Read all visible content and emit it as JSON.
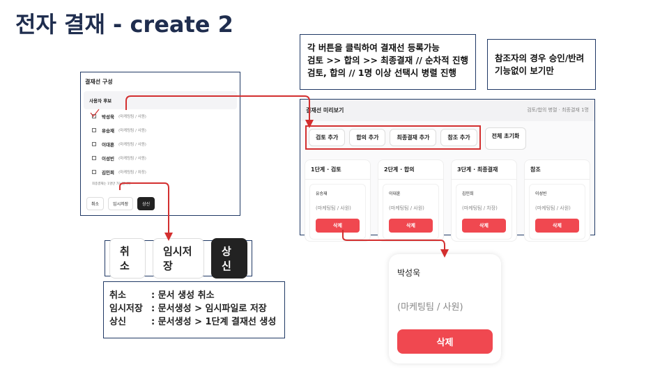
{
  "title": "전자 결재 - create 2",
  "notes": {
    "instructions": [
      "각 버튼을 클릭하여 결재선 등록가능",
      "검토 >> 합의 >> 최종결재 // 순차적 진행",
      "검토, 합의 // 1명 이상 선택시 병렬 진행"
    ],
    "reference": [
      "참조자의 경우 승인/반려",
      "기능없이 보기만"
    ]
  },
  "left_panel": {
    "heading": "결재선 구성",
    "candidates_label": "사용자 후보",
    "users": [
      {
        "name": "박성욱",
        "dept": "(마케팅팀 / 사원)",
        "checked": true
      },
      {
        "name": "유승재",
        "dept": "(마케팅팀 / 사원)",
        "checked": false
      },
      {
        "name": "이대훈",
        "dept": "(마케팅팀 / 사원)",
        "checked": false
      },
      {
        "name": "이성빈",
        "dept": "(마케팅팀 / 사원)",
        "checked": false
      },
      {
        "name": "김민희",
        "dept": "(마케팅팀 / 차장)",
        "checked": false
      }
    ],
    "hint": "최종결재는 1명만 가능합니다",
    "buttons": {
      "cancel": "취소",
      "save": "임시저장",
      "submit": "상신"
    }
  },
  "preview": {
    "heading": "결재선 미리보기",
    "summary": "검토/합의 병렬 · 최종결재 1명",
    "toolbar": [
      "검토 추가",
      "합의 추가",
      "최종결재 추가",
      "참조 추가"
    ],
    "reset": "전체 초기화",
    "columns": [
      {
        "title": "1단계 · 검토",
        "name": "유승재",
        "dept": "(마케팅팀 / 사원)"
      },
      {
        "title": "2단계 · 합의",
        "name": "이대훈",
        "dept": "(마케팅팀 / 사원)"
      },
      {
        "title": "3단계 · 최종결재",
        "name": "김민희",
        "dept": "(마케팅팀 / 차장)"
      },
      {
        "title": "참조",
        "name": "이성빈",
        "dept": "(마케팅팀 / 사원)"
      }
    ],
    "delete": "삭제"
  },
  "zoom_buttons": {
    "cancel": "취소",
    "save": "임시저장",
    "submit": "상신"
  },
  "legend": [
    {
      "key": "취소",
      "desc": ": 문서 생성 취소"
    },
    {
      "key": "임시저장",
      "desc": ": 문서생성 > 임시파일로 저장"
    },
    {
      "key": "상신",
      "desc": ": 문서생성 > 1단계 결재선 생성"
    }
  ],
  "big_card": {
    "name": "박성욱",
    "dept": "(마케팅팀 / 사원)",
    "delete": "삭제"
  }
}
